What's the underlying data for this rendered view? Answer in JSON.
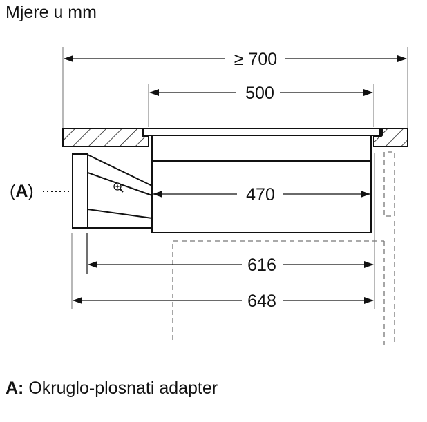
{
  "title": "Mjere u mm",
  "dimensions": {
    "top_overall": "≥ 700",
    "hob_width": "500",
    "module_width": "470",
    "depth_616": "616",
    "depth_648": "648"
  },
  "callout": {
    "key_open": "(",
    "key": "A",
    "key_close": ")"
  },
  "legend": {
    "key": "A:",
    "text": "Okruglo-plosnati adapter"
  },
  "cursor_icon": "zoom-in-magnifier-icon",
  "colors": {
    "line": "#111111",
    "extension": "#888888",
    "dashed": "#777777"
  }
}
